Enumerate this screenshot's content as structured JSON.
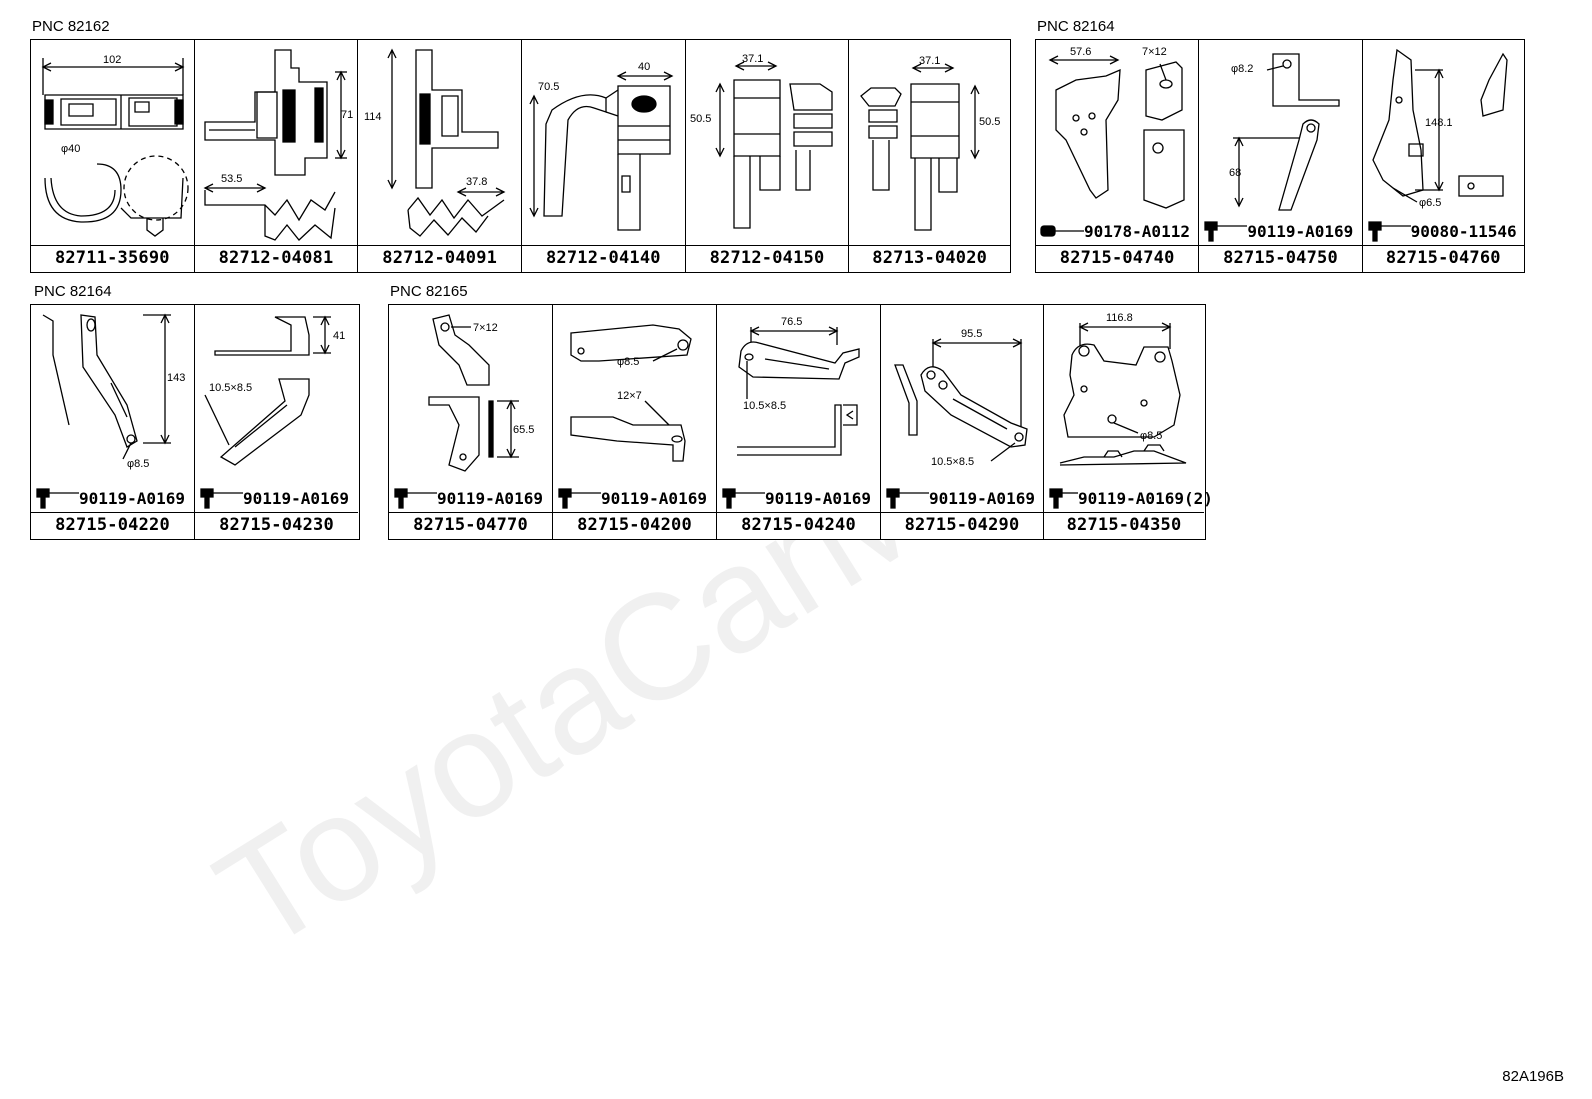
{
  "groups": [
    {
      "pnc": "PNC 82162",
      "cells": [
        {
          "part": "82711-35690",
          "dims": [
            "102",
            "φ40"
          ]
        },
        {
          "part": "82712-04081",
          "dims": [
            "71",
            "53.5"
          ]
        },
        {
          "part": "82712-04091",
          "dims": [
            "114",
            "37.8"
          ]
        },
        {
          "part": "82712-04140",
          "dims": [
            "70.5",
            "40"
          ]
        },
        {
          "part": "82712-04150",
          "dims": [
            "37.1",
            "50.5"
          ]
        },
        {
          "part": "82713-04020",
          "dims": [
            "37.1",
            "50.5"
          ]
        }
      ]
    },
    {
      "pnc": "PNC 82164",
      "cells": [
        {
          "part": "82715-04740",
          "bolt": "90178-A0112",
          "dims": [
            "57.6",
            "7×12"
          ]
        },
        {
          "part": "82715-04750",
          "bolt": "90119-A0169",
          "dims": [
            "φ8.2",
            "68"
          ]
        },
        {
          "part": "82715-04760",
          "bolt": "90080-11546",
          "dims": [
            "148.1",
            "φ6.5"
          ]
        }
      ]
    },
    {
      "pnc": "PNC 82164",
      "cells": [
        {
          "part": "82715-04220",
          "bolt": "90119-A0169",
          "dims": [
            "143",
            "φ8.5"
          ]
        },
        {
          "part": "82715-04230",
          "bolt": "90119-A0169",
          "dims": [
            "41",
            "10.5×8.5"
          ]
        }
      ]
    },
    {
      "pnc": "PNC 82165",
      "cells": [
        {
          "part": "82715-04770",
          "bolt": "90119-A0169",
          "dims": [
            "7×12",
            "65.5"
          ]
        },
        {
          "part": "82715-04200",
          "bolt": "90119-A0169",
          "dims": [
            "φ8.5",
            "12×7"
          ]
        },
        {
          "part": "82715-04240",
          "bolt": "90119-A0169",
          "dims": [
            "76.5",
            "10.5×8.5"
          ]
        },
        {
          "part": "82715-04290",
          "bolt": "90119-A0169",
          "dims": [
            "95.5",
            "10.5×8.5"
          ]
        },
        {
          "part": "82715-04350",
          "bolt": "90119-A0169(2)",
          "dims": [
            "116.8",
            "φ8.5"
          ]
        }
      ]
    }
  ],
  "watermark": "ToyotaCarMinist",
  "figure_id": "82A196B"
}
